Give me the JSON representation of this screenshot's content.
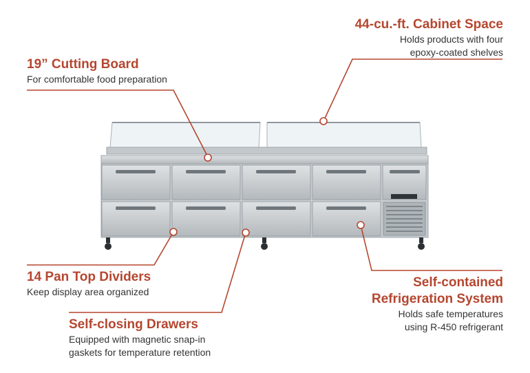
{
  "colors": {
    "accent": "#b5462f",
    "text": "#333333",
    "steel": "#c9cdd0"
  },
  "callouts": {
    "cabinet": {
      "title": "44-cu.-ft. Cabinet Space",
      "desc_lines": [
        "Holds products with four",
        "epoxy-coated shelves"
      ]
    },
    "cutting_board": {
      "title": "19” Cutting Board",
      "desc_lines": [
        "For comfortable food preparation"
      ]
    },
    "dividers": {
      "title": "14 Pan Top Dividers",
      "desc_lines": [
        "Keep display area organized"
      ]
    },
    "drawers": {
      "title": "Self-closing Drawers",
      "desc_lines": [
        "Equipped with magnetic snap-in",
        "gaskets for temperature retention"
      ]
    },
    "refrigeration": {
      "title_lines": [
        "Self-contained",
        "Refrigeration System"
      ],
      "desc_lines": [
        "Holds safe temperatures",
        "using R-450 refrigerant"
      ]
    }
  }
}
